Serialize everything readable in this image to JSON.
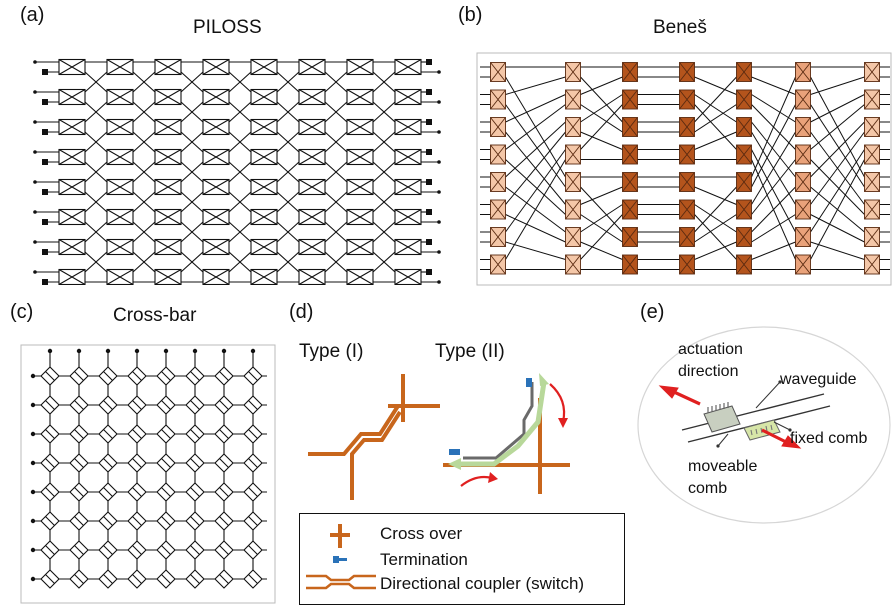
{
  "panels": {
    "a": {
      "label": "(a)",
      "title": "PILOSS"
    },
    "b": {
      "label": "(b)",
      "title": "Beneš"
    },
    "c": {
      "label": "(c)",
      "title": "Cross-bar"
    },
    "d": {
      "label": "(d)",
      "type1": "Type (I)",
      "type2": "Type (II)",
      "legend": [
        "Cross over",
        "Termination",
        "Directional coupler (switch)"
      ]
    },
    "e": {
      "label": "(e)",
      "annotations": {
        "actuation": "actuation",
        "direction": "direction",
        "waveguide": "waveguide",
        "fixed_comb": "fixed comb",
        "moveable": "moveable",
        "comb": "comb"
      }
    }
  },
  "colors": {
    "line": "#111111",
    "orange": "#c8661c",
    "termination_blue": "#2a72b8",
    "light_green": "#b8d89a",
    "red_arrow": "#e02020",
    "benes_light": "#f4c7a8",
    "benes_mid": "#e9a27a",
    "benes_dark": "#b4541c"
  }
}
